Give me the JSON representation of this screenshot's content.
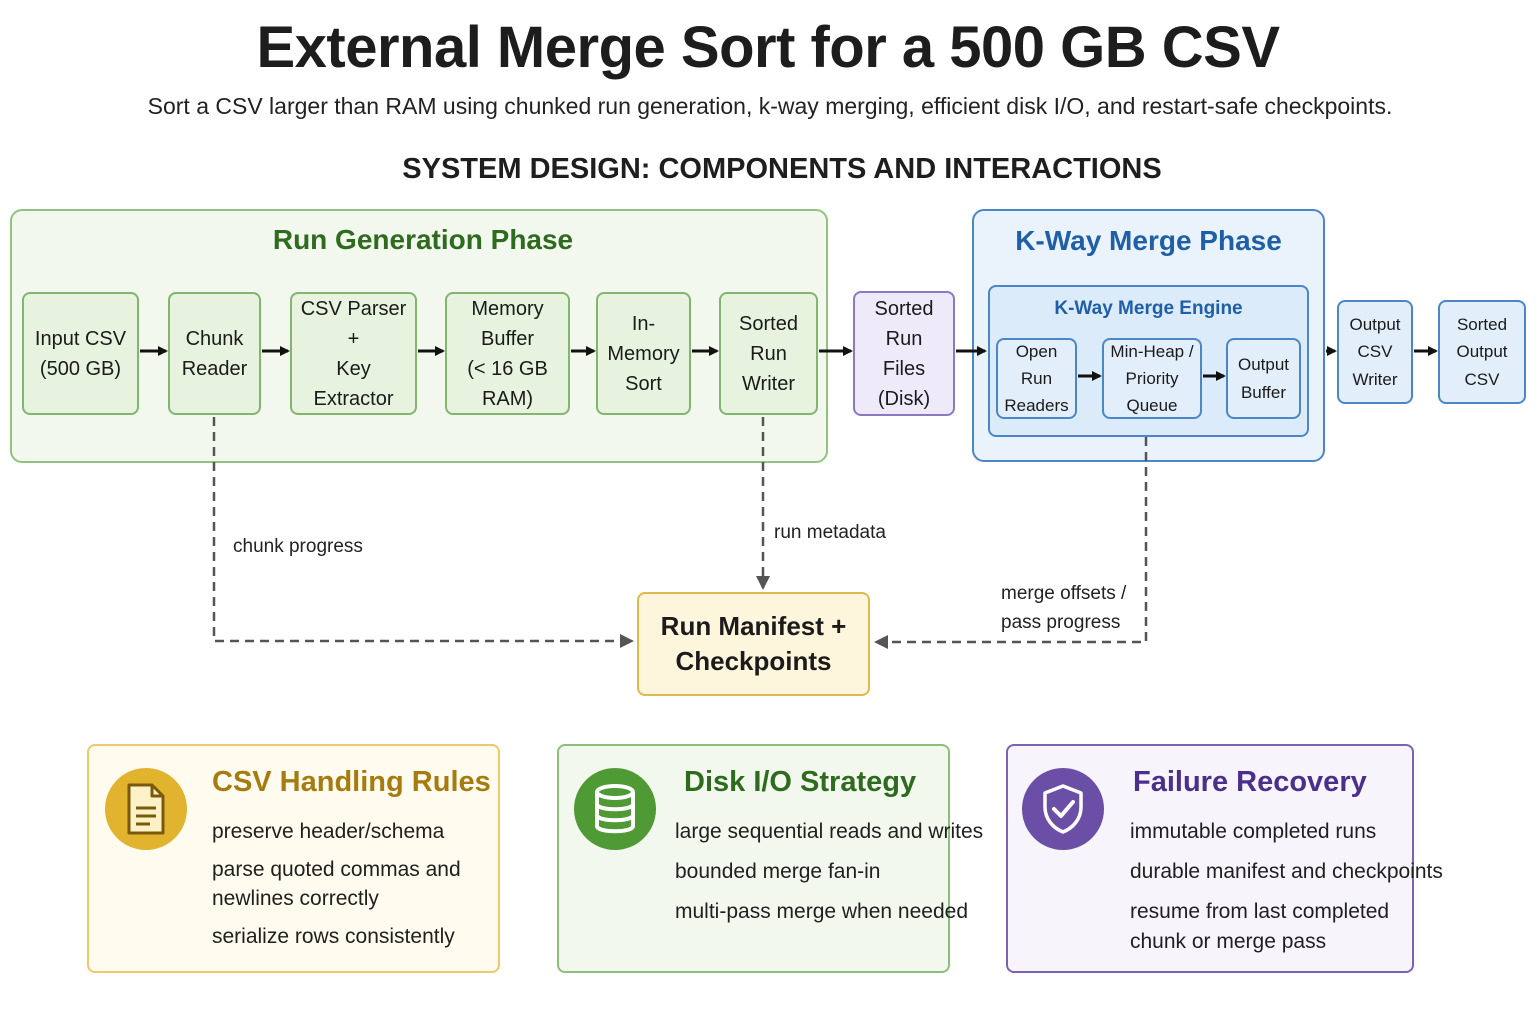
{
  "header": {
    "title": "External Merge Sort for a 500 GB CSV",
    "subtitle": "Sort a CSV larger than RAM using chunked run generation, k-way merging, efficient disk I/O, and restart-safe checkpoints.",
    "section": "SYSTEM DESIGN: COMPONENTS AND INTERACTIONS"
  },
  "run_phase": {
    "title": "Run Generation Phase",
    "color": "#2e6b1f",
    "nodes": {
      "input_csv": [
        "Input CSV",
        "(500 GB)"
      ],
      "chunk_reader": [
        "Chunk",
        "Reader"
      ],
      "csv_parser": [
        "CSV Parser +",
        "Key Extractor"
      ],
      "memory_buffer": [
        "Memory Buffer",
        "(< 16 GB RAM)"
      ],
      "in_memory_sort": [
        "In-Memory",
        "Sort"
      ],
      "sorted_run_writer": [
        "Sorted Run",
        "Writer"
      ]
    }
  },
  "sorted_run_files": [
    "Sorted Run",
    "Files",
    "(Disk)"
  ],
  "merge_phase": {
    "title": "K-Way Merge Phase",
    "color": "#1f5fa8",
    "engine_title": "K-Way Merge Engine",
    "nodes": {
      "open_run_readers": [
        "Open Run",
        "Readers"
      ],
      "min_heap": [
        "Min-Heap /",
        "Priority Queue"
      ],
      "output_buffer": [
        "Output",
        "Buffer"
      ]
    }
  },
  "output_csv_writer": [
    "Output CSV",
    "Writer"
  ],
  "sorted_output_csv": [
    "Sorted",
    "Output CSV"
  ],
  "manifest": [
    "Run Manifest +",
    "Checkpoints"
  ],
  "edge_labels": {
    "chunk_progress": "chunk progress",
    "run_metadata": "run metadata",
    "merge_offsets": [
      "merge offsets /",
      "pass progress"
    ]
  },
  "cards": [
    {
      "title": "CSV Handling Rules",
      "icon": "document-icon",
      "color": "#a67b10",
      "icon_bg": "#e2b32e",
      "lines": [
        "preserve header/schema",
        "parse quoted commas and",
        "newlines correctly",
        "serialize rows consistently"
      ]
    },
    {
      "title": "Disk I/O Strategy",
      "icon": "database-icon",
      "color": "#2e6b1f",
      "icon_bg": "#4f9a35",
      "lines": [
        "large sequential reads and writes",
        "bounded merge fan-in",
        "multi-pass merge when needed"
      ]
    },
    {
      "title": "Failure Recovery",
      "icon": "shield-check-icon",
      "color": "#4b2f8a",
      "icon_bg": "#6b4fa6",
      "lines": [
        "immutable completed runs",
        "durable manifest and checkpoints",
        "resume from last completed",
        "chunk or merge pass"
      ]
    }
  ]
}
